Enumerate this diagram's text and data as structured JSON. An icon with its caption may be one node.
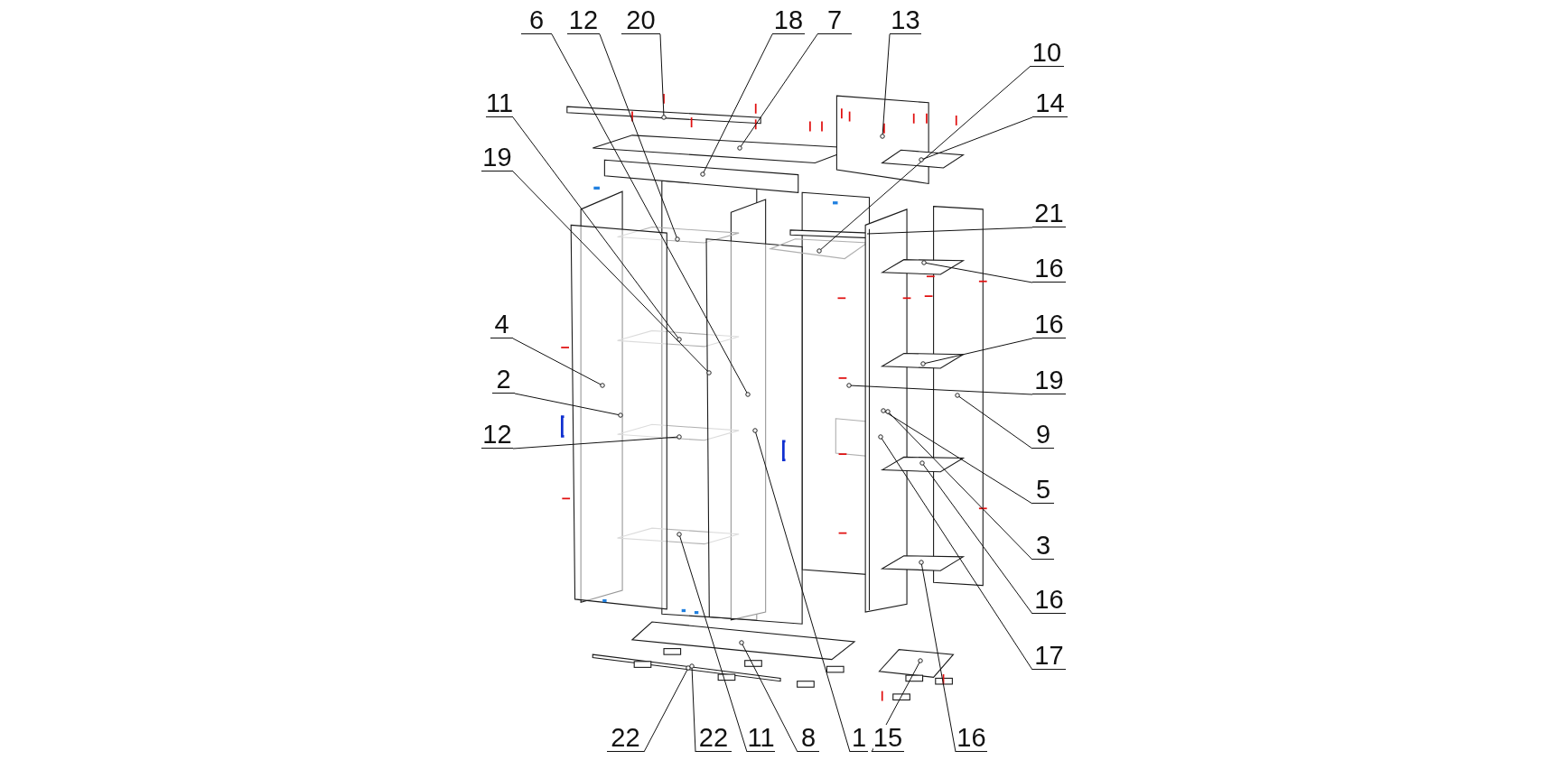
{
  "diagram": {
    "nodes": [
      {
        "text": [
          "6"
        ]
      },
      {
        "text": [
          "12"
        ]
      },
      {
        "text": [
          "20"
        ]
      },
      {
        "text": [
          "18"
        ]
      },
      {
        "text": [
          "7"
        ]
      },
      {
        "text": [
          "13"
        ]
      },
      {
        "text": [
          "10"
        ]
      },
      {
        "text": [
          "14"
        ]
      },
      {
        "text": [
          "21"
        ]
      },
      {
        "text": [
          "16"
        ]
      },
      {
        "text": [
          "16"
        ]
      },
      {
        "text": [
          "19"
        ]
      },
      {
        "text": [
          "9"
        ]
      },
      {
        "text": [
          "5"
        ]
      },
      {
        "text": [
          "3"
        ]
      },
      {
        "text": [
          "16"
        ]
      },
      {
        "text": [
          "17"
        ]
      },
      {
        "text": [
          "11"
        ]
      },
      {
        "text": [
          "19"
        ]
      },
      {
        "text": [
          "4"
        ]
      },
      {
        "text": [
          "2"
        ]
      },
      {
        "text": [
          "12"
        ]
      },
      {
        "text": [
          "22"
        ]
      },
      {
        "text": [
          "22"
        ]
      },
      {
        "text": [
          "11"
        ]
      },
      {
        "text": [
          "8"
        ]
      },
      {
        "text": [
          "1"
        ]
      },
      {
        "text": [
          "15"
        ]
      },
      {
        "text": [
          "16"
        ]
      }
    ],
    "edges": [
      {
        "from": 0,
        "to": null,
        "arrow": "other"
      },
      {
        "from": 1,
        "to": null,
        "arrow": "other"
      },
      {
        "from": 2,
        "to": null,
        "arrow": "other"
      },
      {
        "from": 3,
        "to": null,
        "arrow": "other"
      },
      {
        "from": 4,
        "to": null,
        "arrow": "other"
      },
      {
        "from": 5,
        "to": null,
        "arrow": "other"
      },
      {
        "from": 6,
        "to": null,
        "arrow": "other"
      },
      {
        "from": 7,
        "to": null,
        "arrow": "other"
      },
      {
        "from": 8,
        "to": null,
        "arrow": "none"
      },
      {
        "from": 9,
        "to": null,
        "arrow": "other"
      },
      {
        "from": 10,
        "to": null,
        "arrow": "other"
      },
      {
        "from": 11,
        "to": null,
        "arrow": "other"
      },
      {
        "from": 12,
        "to": null,
        "arrow": "other"
      },
      {
        "from": 13,
        "to": null,
        "arrow": "other"
      },
      {
        "from": 14,
        "to": null,
        "arrow": "other"
      },
      {
        "from": 15,
        "to": null,
        "arrow": "other"
      },
      {
        "from": 16,
        "to": null,
        "arrow": "other"
      },
      {
        "from": 17,
        "to": null,
        "arrow": "other"
      },
      {
        "from": 18,
        "to": null,
        "arrow": "other"
      },
      {
        "from": 19,
        "to": null,
        "arrow": "other"
      },
      {
        "from": 20,
        "to": null,
        "arrow": "other"
      },
      {
        "from": 21,
        "to": null,
        "arrow": "other"
      },
      {
        "from": 22,
        "to": null,
        "arrow": "other"
      },
      {
        "from": 23,
        "to": null,
        "arrow": "other"
      },
      {
        "from": 24,
        "to": null,
        "arrow": "other"
      },
      {
        "from": 25,
        "to": null,
        "arrow": "other"
      },
      {
        "from": 26,
        "to": null,
        "arrow": "other"
      },
      {
        "from": 27,
        "to": null,
        "arrow": "other"
      },
      {
        "from": 28,
        "to": null,
        "arrow": "other"
      }
    ]
  }
}
